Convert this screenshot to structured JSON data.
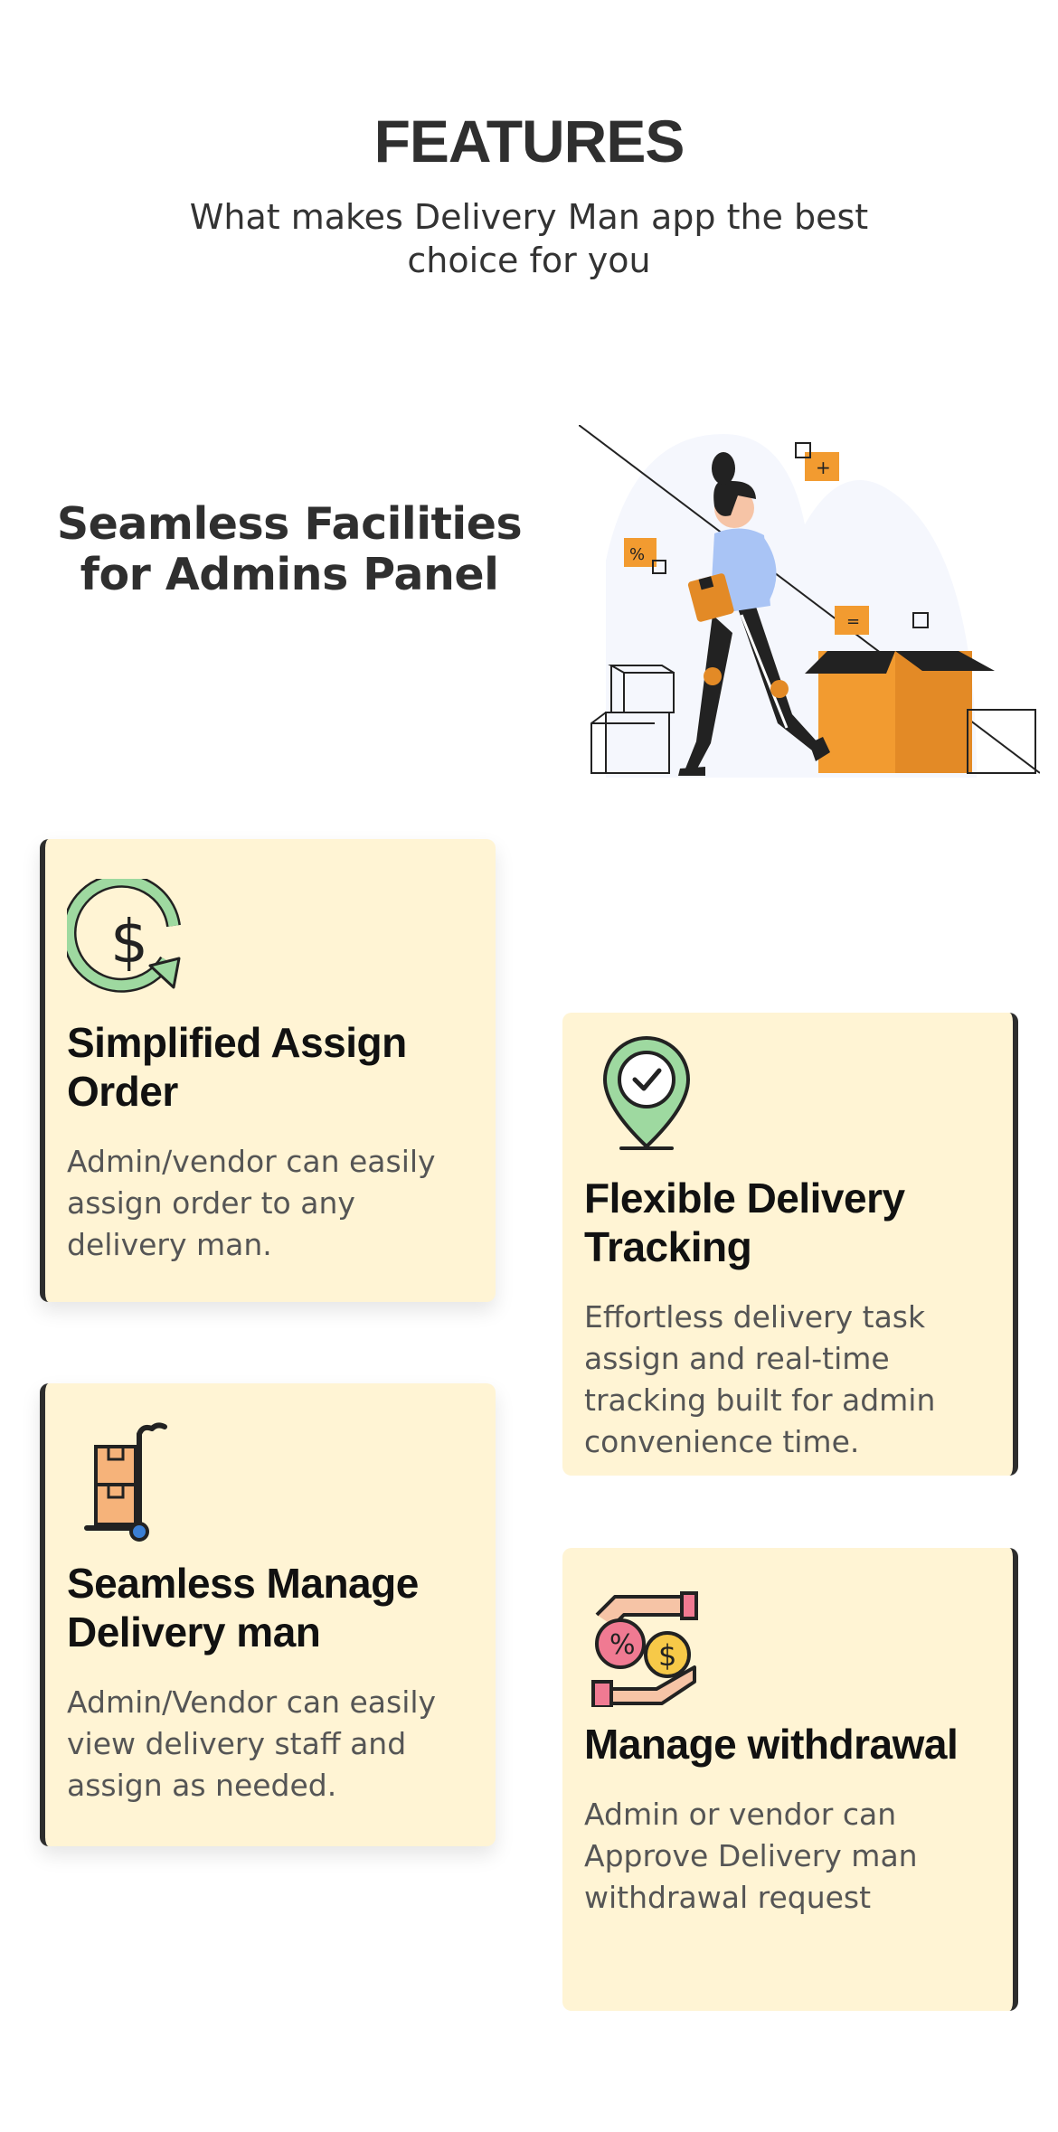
{
  "header": {
    "title": "FEATURES",
    "subtitle": "What makes Delivery Man app the best choice for you"
  },
  "hero": {
    "title": "Seamless Facilities for Admins Panel",
    "illustration_icon": "delivery-person-with-boxes-illustration"
  },
  "features": [
    {
      "icon": "dollar-cycle-icon",
      "title": "Simplified Assign Order",
      "description": "Admin/vendor can easily assign order to any delivery man."
    },
    {
      "icon": "location-check-icon",
      "title": "Flexible Delivery Tracking",
      "description": "Effortless delivery task assign and real-time tracking built for admin convenience time."
    },
    {
      "icon": "hand-truck-icon",
      "title": "Seamless Manage Delivery man",
      "description": "Admin/Vendor can easily view delivery staff and assign as needed."
    },
    {
      "icon": "withdrawal-hands-icon",
      "title": "Manage withdrawal",
      "description": "Admin or vendor can Approve Delivery man withdrawal request"
    }
  ],
  "colors": {
    "card_background": "#fff4d4",
    "card_border": "#2d2d2d",
    "accent_orange": "#f29b30",
    "icon_green": "#9ed9a0",
    "icon_pink": "#f07a92"
  }
}
